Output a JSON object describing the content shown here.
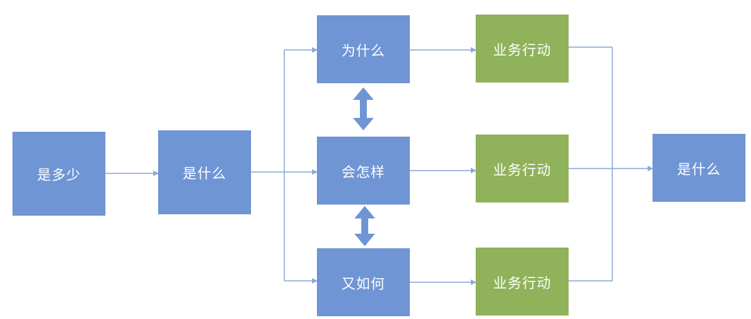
{
  "nodes": {
    "start": "是多少",
    "what": "是什么",
    "why": "为什么",
    "how_happen": "会怎样",
    "how_do": "又如何",
    "action_top": "业务行动",
    "action_mid": "业务行动",
    "action_bottom": "业务行动",
    "result": "是什么"
  },
  "colors": {
    "blue_box": "#6f95d4",
    "green_box": "#8fb25a",
    "connector": "#8aa9da",
    "double_arrow": "#6f95d4"
  }
}
